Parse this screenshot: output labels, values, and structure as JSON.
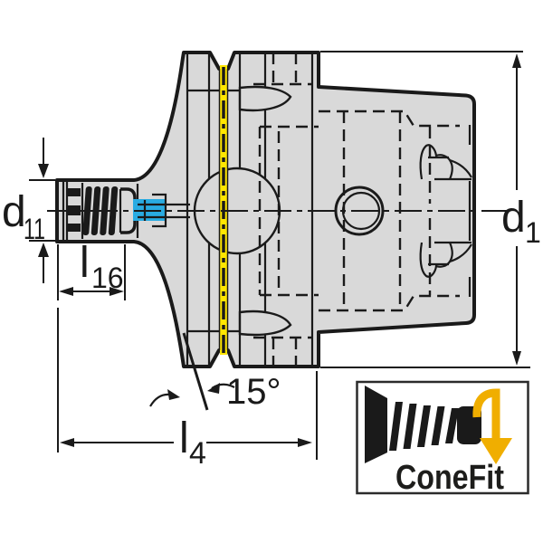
{
  "drawing": {
    "kind": "technical cross-section drawing of a ConeFit screw-in adapter on an HSK holder",
    "labels": {
      "d11": {
        "base": "d",
        "sub": "11"
      },
      "l16": {
        "base": "l",
        "sub": "16"
      },
      "l4": {
        "base": "l",
        "sub": "4"
      },
      "d1": {
        "base": "d",
        "sub": "1"
      },
      "angle": "15°"
    },
    "logo": {
      "text": "ConeFit"
    },
    "colors": {
      "outline": "#1a1a1a",
      "body_fill": "#d9d9d9",
      "seam_yellow": "#ffe600",
      "screw_cyan": "#29abe2",
      "logo_arrow_amber": "#f0ae00"
    }
  }
}
